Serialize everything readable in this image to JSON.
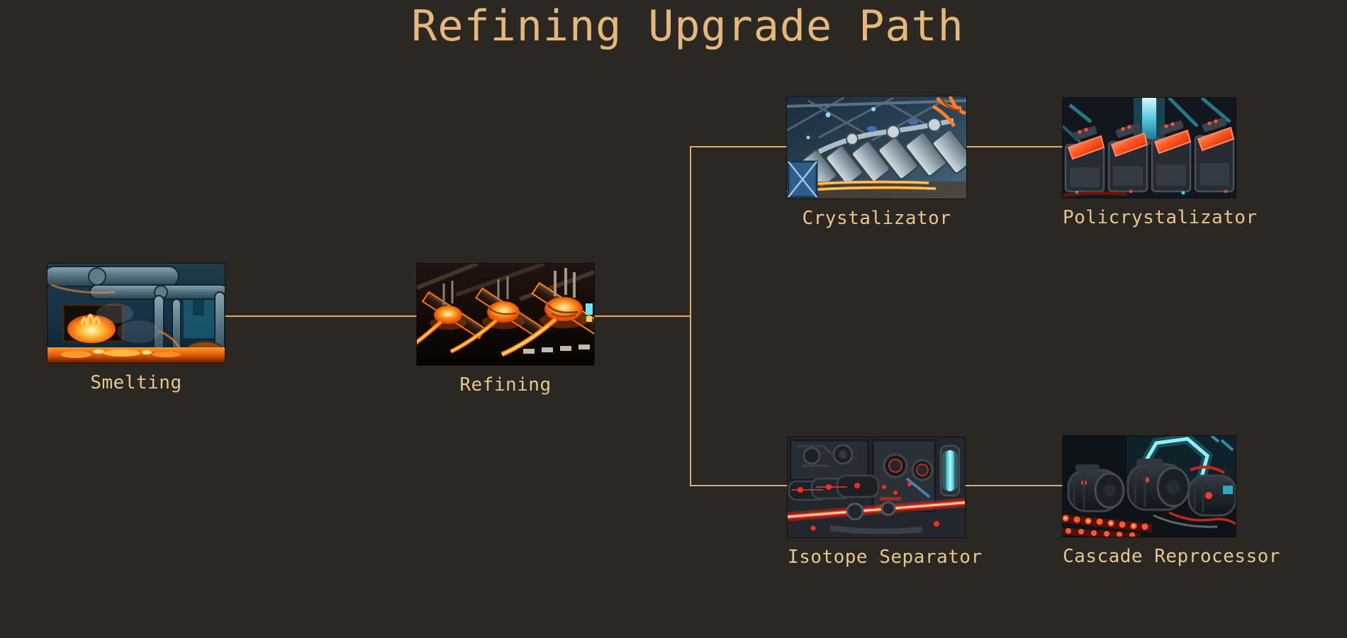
{
  "title": "Refining Upgrade Path",
  "theme": {
    "background": "#2b2722",
    "connector_color": "#dcaa70",
    "title_color": "#e5b77b",
    "label_color": "#e8c48e"
  },
  "nodes": [
    {
      "id": "smelting",
      "label": "Smelting",
      "art": "furnace-pipes-fire-image"
    },
    {
      "id": "refining",
      "label": "Refining",
      "art": "molten-crucibles-image"
    },
    {
      "id": "crystalizator",
      "label": "Crystalizator",
      "art": "steel-hall-machine-row-image"
    },
    {
      "id": "policrystalizator",
      "label": "Policrystalizator",
      "art": "red-tray-machines-image"
    },
    {
      "id": "isotope-separator",
      "label": "Isotope Separator",
      "art": "red-laser-machinery-image"
    },
    {
      "id": "cascade-reprocessor",
      "label": "Cascade Reprocessor",
      "art": "drum-machines-neon-image"
    }
  ],
  "edges": [
    {
      "from": "Smelting",
      "to": "Refining"
    },
    {
      "from": "Refining",
      "to": "Crystalizator"
    },
    {
      "from": "Refining",
      "to": "Isotope Separator"
    },
    {
      "from": "Crystalizator",
      "to": "Policrystalizator"
    },
    {
      "from": "Isotope Separator",
      "to": "Cascade Reprocessor"
    }
  ]
}
